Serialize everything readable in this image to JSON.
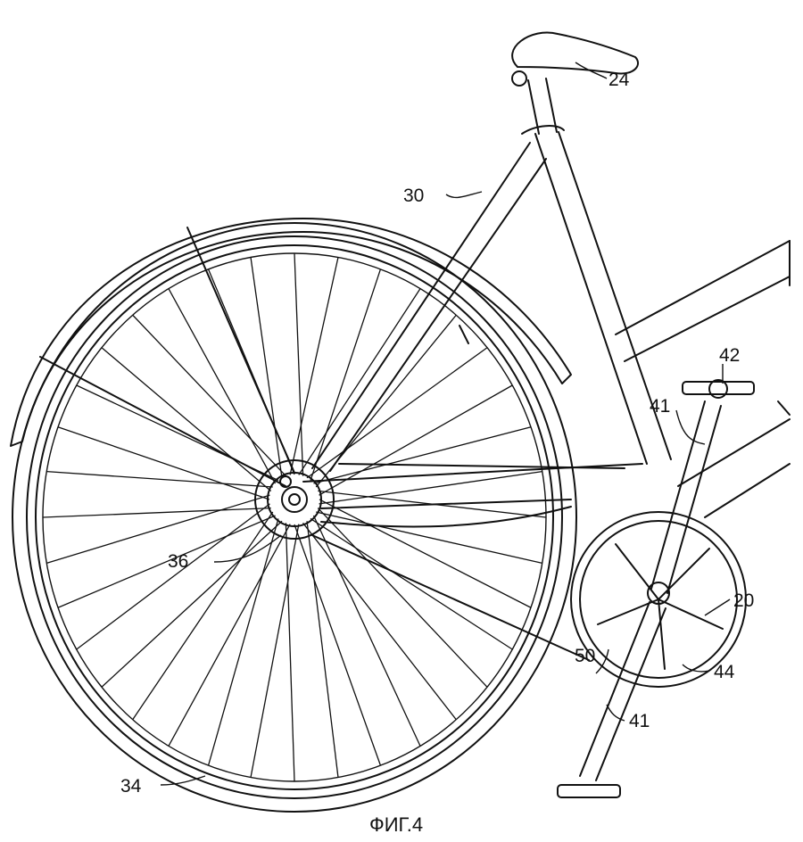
{
  "figure": {
    "caption": "ФИГ.4",
    "labels": {
      "seat": "24",
      "seat_stay": "30",
      "pedal_top": "42",
      "crank_top": "41",
      "hub": "36",
      "crank_assembly": "20",
      "chain": "50",
      "crank_bottom": "41",
      "chainring": "44",
      "wheel": "34"
    }
  }
}
